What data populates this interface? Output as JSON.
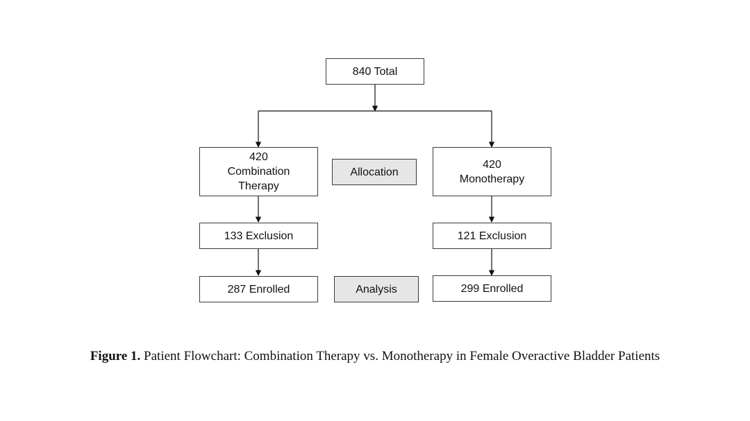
{
  "nodes": {
    "total": "840 Total",
    "combination": [
      "420",
      "Combination",
      "Therapy"
    ],
    "monotherapy": [
      "420",
      "Monotherapy"
    ],
    "allocation": "Allocation",
    "exclusion_left": "133 Exclusion",
    "exclusion_right": "121 Exclusion",
    "enrolled_left": "287 Enrolled",
    "analysis": "Analysis",
    "enrolled_right": "299 Enrolled"
  },
  "caption": {
    "label": "Figure 1.",
    "text": " Patient Flowchart: Combination Therapy vs. Monotherapy in Female Overactive Bladder Patients"
  },
  "colors": {
    "stage_label_fill": "#e6e6e6",
    "box_fill": "#ffffff",
    "line": "#111111"
  }
}
